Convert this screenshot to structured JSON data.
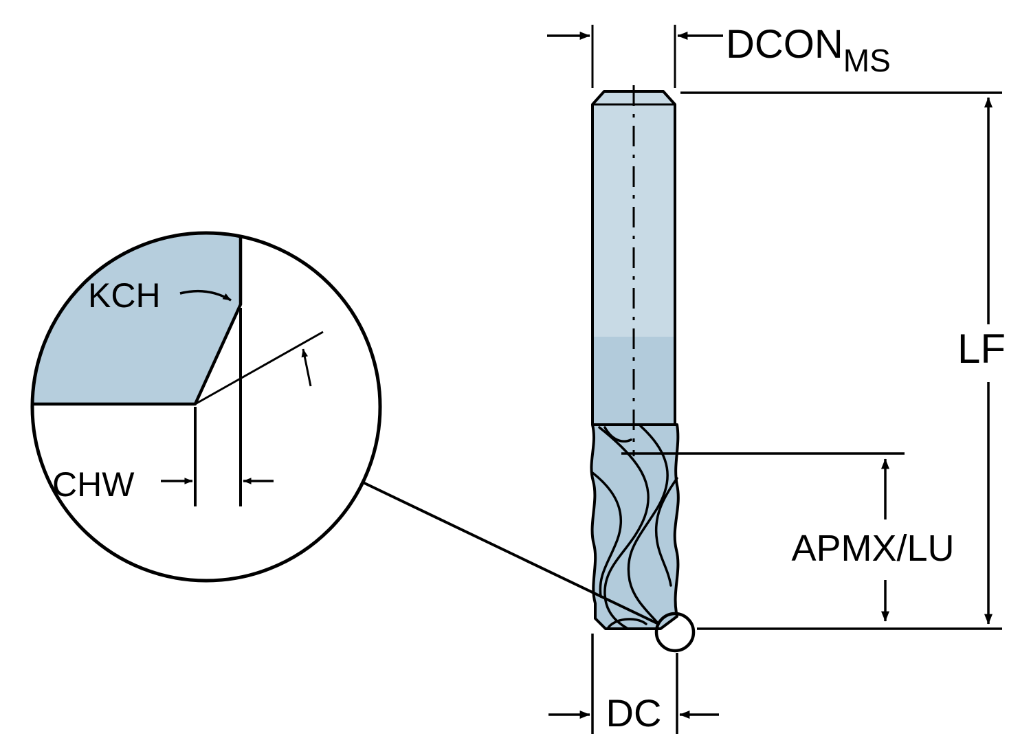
{
  "diagram": {
    "description": "End mill cutting tool dimension drawing with corner chamfer detail view",
    "labels": {
      "dcon": "DCON",
      "dcon_sub": "MS",
      "lf": "LF",
      "apmx": "APMX/LU",
      "dc": "DC",
      "kch": "KCH",
      "chw": "CHW"
    },
    "colors": {
      "outline": "#000000",
      "shank_light": "#c8dae5",
      "tool_mid": "#b2cbdb",
      "detail_fill": "#b6cedd",
      "background": "#ffffff"
    }
  }
}
